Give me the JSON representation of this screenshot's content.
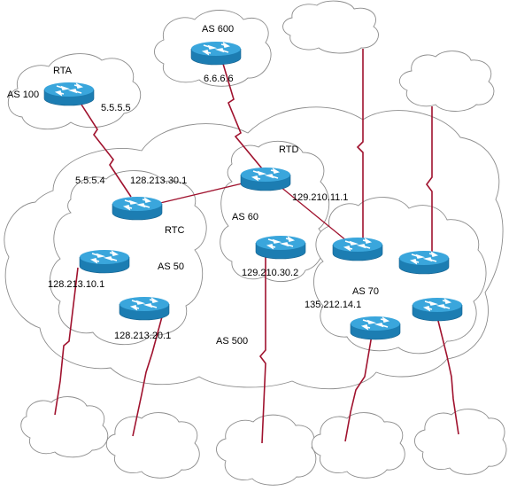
{
  "routers": [
    {
      "id": "rta",
      "name": "RTA",
      "as": "AS 100",
      "ip": "5.5.5.5"
    },
    {
      "id": "as600",
      "as": "AS 600",
      "ip": "6.6.6.6"
    },
    {
      "id": "rtc",
      "name": "RTC",
      "ip": "5.5.5.4",
      "ip2": "128.213.30.1"
    },
    {
      "id": "rtd",
      "name": "RTD",
      "ip": "129.210.11.1"
    },
    {
      "id": "as60",
      "as": "AS 60",
      "ip": "129.210.30.2"
    },
    {
      "id": "as50a",
      "as": "AS 50",
      "ip": "128.213.10.1"
    },
    {
      "id": "as50b",
      "ip": "128.213.20.1"
    },
    {
      "id": "as70",
      "as": "AS 70",
      "ip": "135.212.14.1"
    }
  ],
  "labels": {
    "rta_name": "RTA",
    "rta_as": "AS 100",
    "rta_ip": "5.5.5.5",
    "as600": "AS 600",
    "as600_ip": "6.6.6.6",
    "rtc_ip1": "5.5.5.4",
    "rtc_ip2": "128.213.30.1",
    "rtc_name": "RTC",
    "rtd_name": "RTD",
    "rtd_ip": "129.210.11.1",
    "as60": "AS 60",
    "as60_ip": "129.210.30.2",
    "as50": "AS 50",
    "as50_ip1": "128.213.10.1",
    "as50_ip2": "128.213.20.1",
    "as500": "AS 500",
    "as70": "AS 70",
    "as70_ip": "135.212.14.1"
  },
  "colors": {
    "router_top": "#2f9fd6",
    "router_side": "#1e7fb3",
    "link": "#a0122e",
    "cloud_outline": "#8c8c8c"
  }
}
